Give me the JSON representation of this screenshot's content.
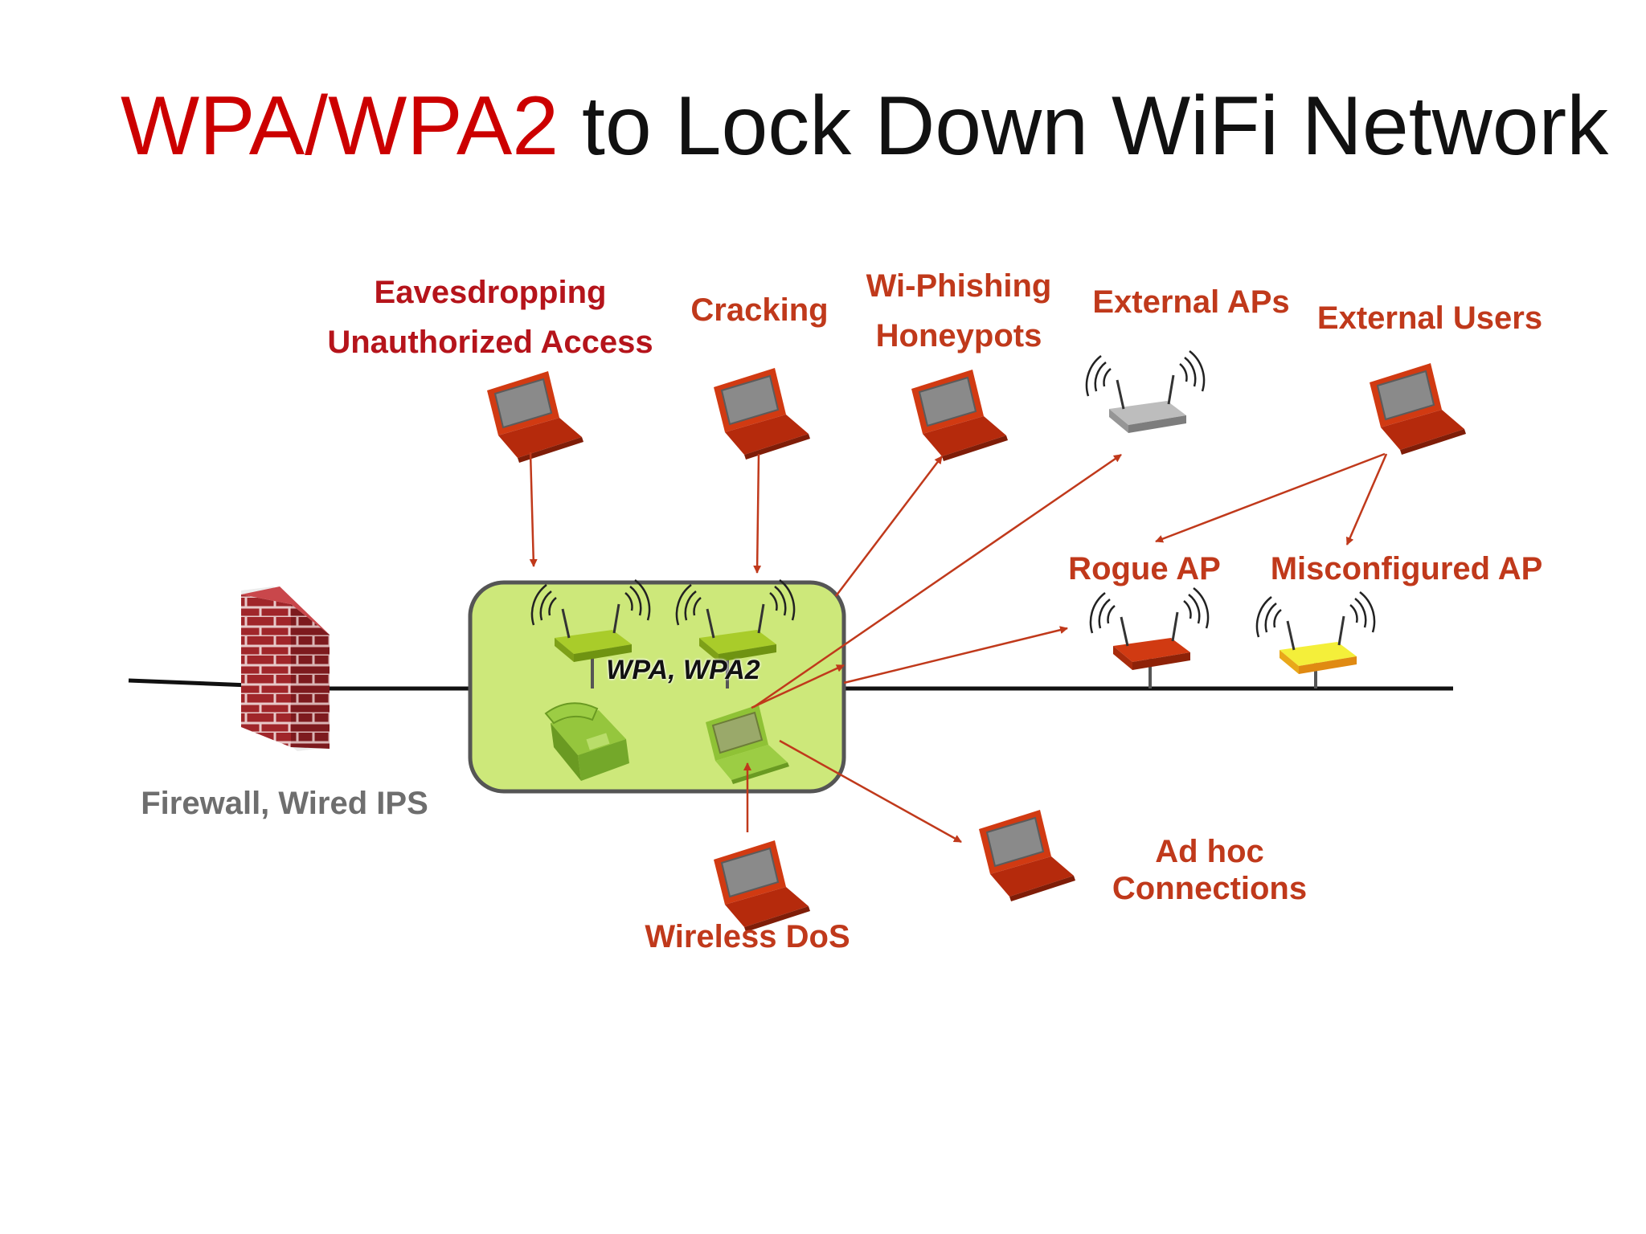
{
  "title": {
    "accent": "WPA/WPA2",
    "rest": " to Lock Down WiFi Network"
  },
  "labels": {
    "eavesdropping": "Eavesdropping",
    "unauthorized_access": "Unauthorized Access",
    "cracking": "Cracking",
    "wi_phishing": "Wi-Phishing",
    "honeypots": "Honeypots",
    "external_aps": "External APs",
    "external_users": "External Users",
    "rogue_ap": "Rogue AP",
    "misconfigured_ap": "Misconfigured AP",
    "firewall": "Firewall, Wired IPS",
    "wpa": "WPA, WPA2",
    "ad_hoc_1": "Ad hoc",
    "ad_hoc_2": "Connections",
    "wireless_dos": "Wireless DoS"
  },
  "colors": {
    "title_accent": "#cc0000",
    "threat_red": "#b5141b",
    "threat_orange": "#c0391b",
    "arrow": "#c0391b",
    "secure_zone": "#cde87a",
    "laptop_red": "#d13a12",
    "router_green": "#8fb31a",
    "router_gray": "#a8a8a8",
    "router_yellow": "#f4ef3a",
    "firewall_brick": "#a0262a"
  },
  "icons": {
    "laptop": "laptop-icon",
    "router": "wireless-router-icon",
    "phone": "desk-phone-icon",
    "firewall": "brick-firewall-icon"
  }
}
